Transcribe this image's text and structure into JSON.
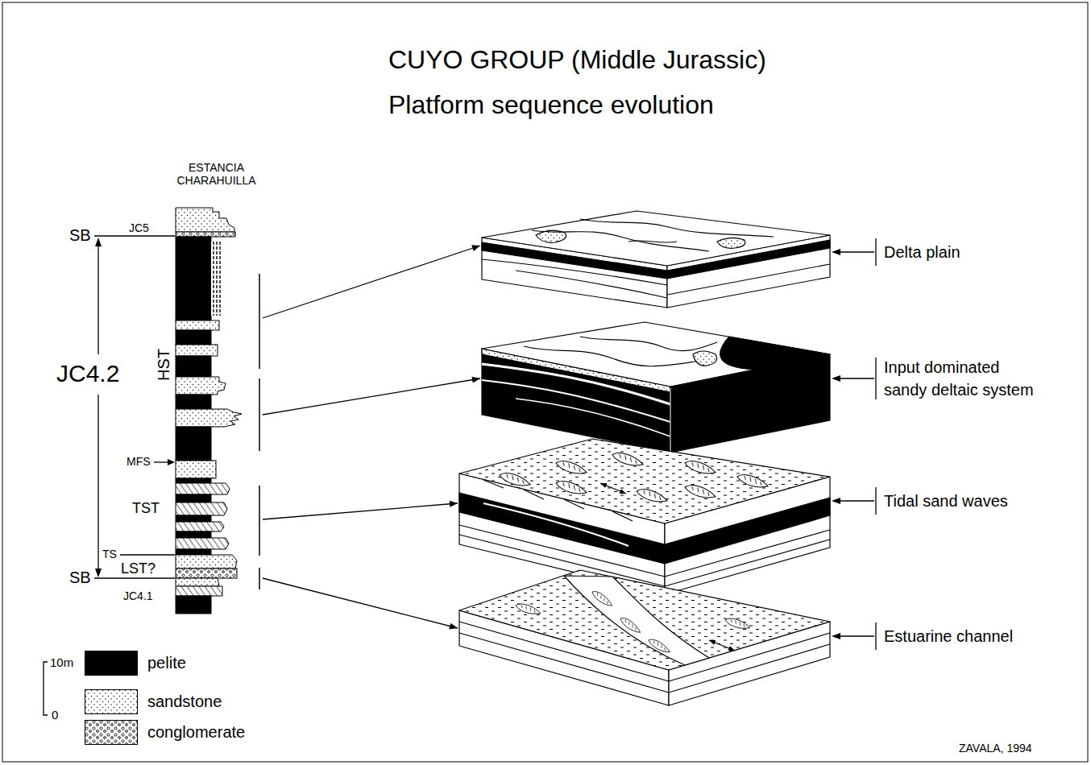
{
  "diagram": {
    "title": "CUYO GROUP (Middle Jurassic) Platform sequence evolution",
    "nodes": [
      {
        "text": [
          "ESTANCIA CHARAHUILLA"
        ]
      },
      {
        "text": [
          "Delta plain"
        ]
      },
      {
        "text": [
          "Input dominated sandy deltaic system"
        ]
      },
      {
        "text": [
          "Tidal sand waves"
        ]
      },
      {
        "text": [
          "Estuarine channel"
        ]
      }
    ],
    "edges": [
      {
        "from": 0,
        "to": 1,
        "arrow": "to"
      },
      {
        "from": 0,
        "to": 2,
        "arrow": "to"
      },
      {
        "from": 0,
        "to": 3,
        "arrow": "to"
      },
      {
        "from": 0,
        "to": 4,
        "arrow": "to"
      }
    ],
    "labels": [
      "JC5",
      "SB",
      "JC4.2",
      "HST",
      "MFS",
      "TST",
      "TS",
      "LST?",
      "SB",
      "JC4.1",
      "10m",
      "0",
      "ZAVALA, 1994"
    ],
    "legend": [
      {
        "text": "pelite",
        "color": "#000000"
      },
      {
        "text": "sandstone"
      },
      {
        "text": "conglomerate"
      }
    ]
  }
}
